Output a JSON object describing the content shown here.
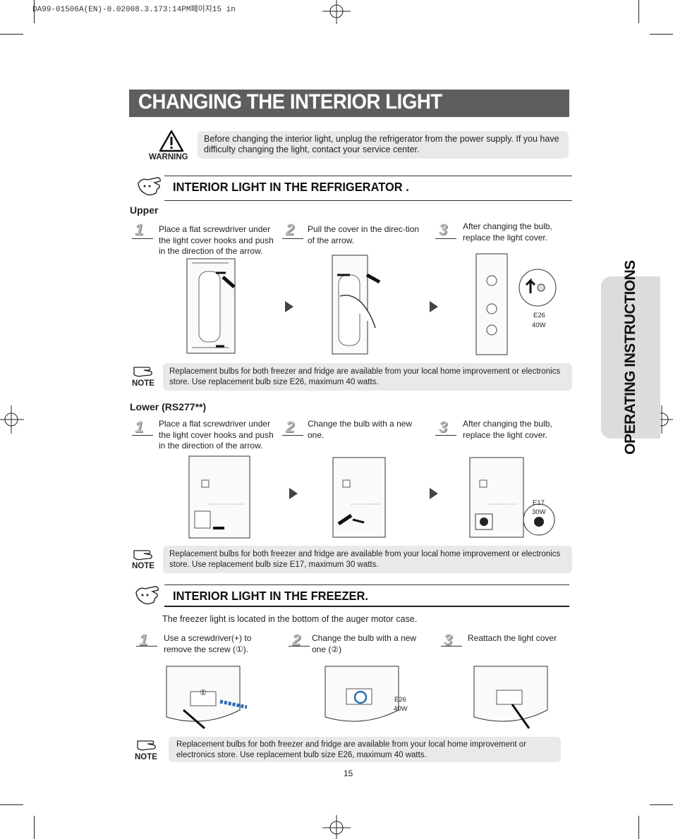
{
  "print_header": "DA99-01506A(EN)-0.02008.3.173:14PM페이지15 in",
  "title": "CHANGING THE INTERIOR LIGHT",
  "side_tab": "OPERATING INSTRUCTIONS",
  "warning": {
    "label": "WARNING",
    "text": "Before changing the interior light, unplug the refrigerator from the power supply. If you have difficulty changing the light, contact your service center."
  },
  "section_fridge": {
    "title": "INTERIOR LIGHT IN THE REFRIGERATOR .",
    "upper": {
      "label": "Upper",
      "steps": [
        {
          "num": "1",
          "text": "Place a flat screwdriver under the light cover hooks and push in the direction of the arrow."
        },
        {
          "num": "2",
          "text": "Pull the cover in the direc-tion of the arrow."
        },
        {
          "num": "3",
          "text": "After changing the bulb, replace the light cover."
        }
      ],
      "bulb_label": [
        "E26",
        "40W"
      ],
      "note_label": "NOTE",
      "note": "Replacement bulbs for both freezer and fridge are available from your local home improvement or electronics store. Use replacement bulb size E26, maximum 40 watts."
    },
    "lower": {
      "label": "Lower (RS277**)",
      "steps": [
        {
          "num": "1",
          "text": "Place a flat screwdriver under the light cover hooks and push in the direction of the arrow."
        },
        {
          "num": "2",
          "text": "Change the bulb with a new one."
        },
        {
          "num": "3",
          "text": "After changing the bulb, replace the light cover."
        }
      ],
      "bulb_label": [
        "E17",
        "30W"
      ],
      "note_label": "NOTE",
      "note": "Replacement bulbs for both freezer and fridge are available from your local home improvement or electronics store. Use replacement bulb size E17, maximum 30 watts."
    }
  },
  "section_freezer": {
    "title": "INTERIOR LIGHT IN THE FREEZER.",
    "intro": "The freezer light is located in the bottom of the auger motor case.",
    "steps": [
      {
        "num": "1",
        "text": "Use a screwdriver(+) to remove the screw (①)."
      },
      {
        "num": "2",
        "text": "Change the bulb with a new one (②)"
      },
      {
        "num": "3",
        "text": "Reattach the light cover"
      }
    ],
    "callout_1": "①",
    "bulb_label": [
      "E26",
      "40W"
    ],
    "note_label": "NOTE",
    "note": "Replacement bulbs for both freezer and fridge are available from your local home improvement or electronics store. Use replacement bulb size E26, maximum 40 watts."
  },
  "page_number": "15"
}
